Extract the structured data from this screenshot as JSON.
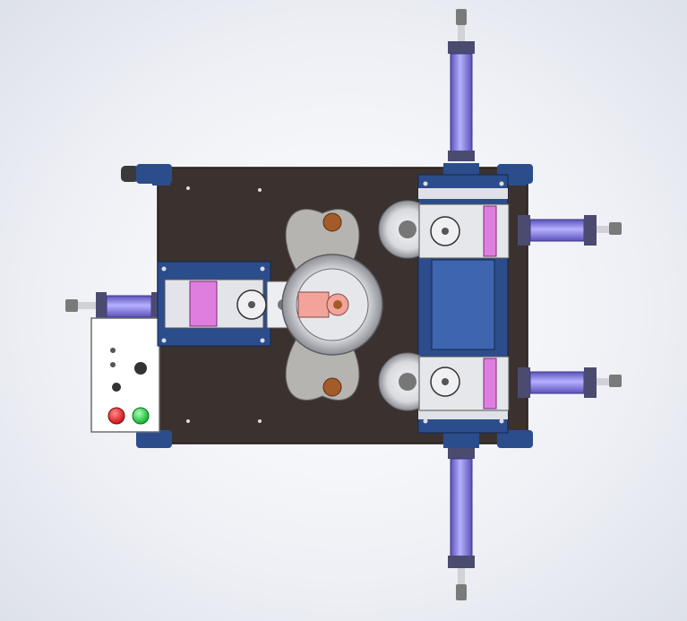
{
  "view": "top-view",
  "colors": {
    "background": "#f2f3f7",
    "base_plate": "#3b322f",
    "frame_blue": "#2b4d8c",
    "frame_blue_light": "#3e66b0",
    "cylinder_purple": "#8c84e6",
    "slide_pink": "#e07ee0",
    "steel": "#c9cbd2",
    "brass": "#a35b2a",
    "button_red": "#e0242b",
    "button_green": "#27d04a"
  },
  "control_panel": {
    "buttons": [
      {
        "name": "stop-button",
        "color": "#e0242b"
      },
      {
        "name": "start-button",
        "color": "#27d04a"
      }
    ],
    "switches": 3
  },
  "cylinders": [
    "top",
    "bottom",
    "left",
    "right-upper",
    "right-lower"
  ]
}
